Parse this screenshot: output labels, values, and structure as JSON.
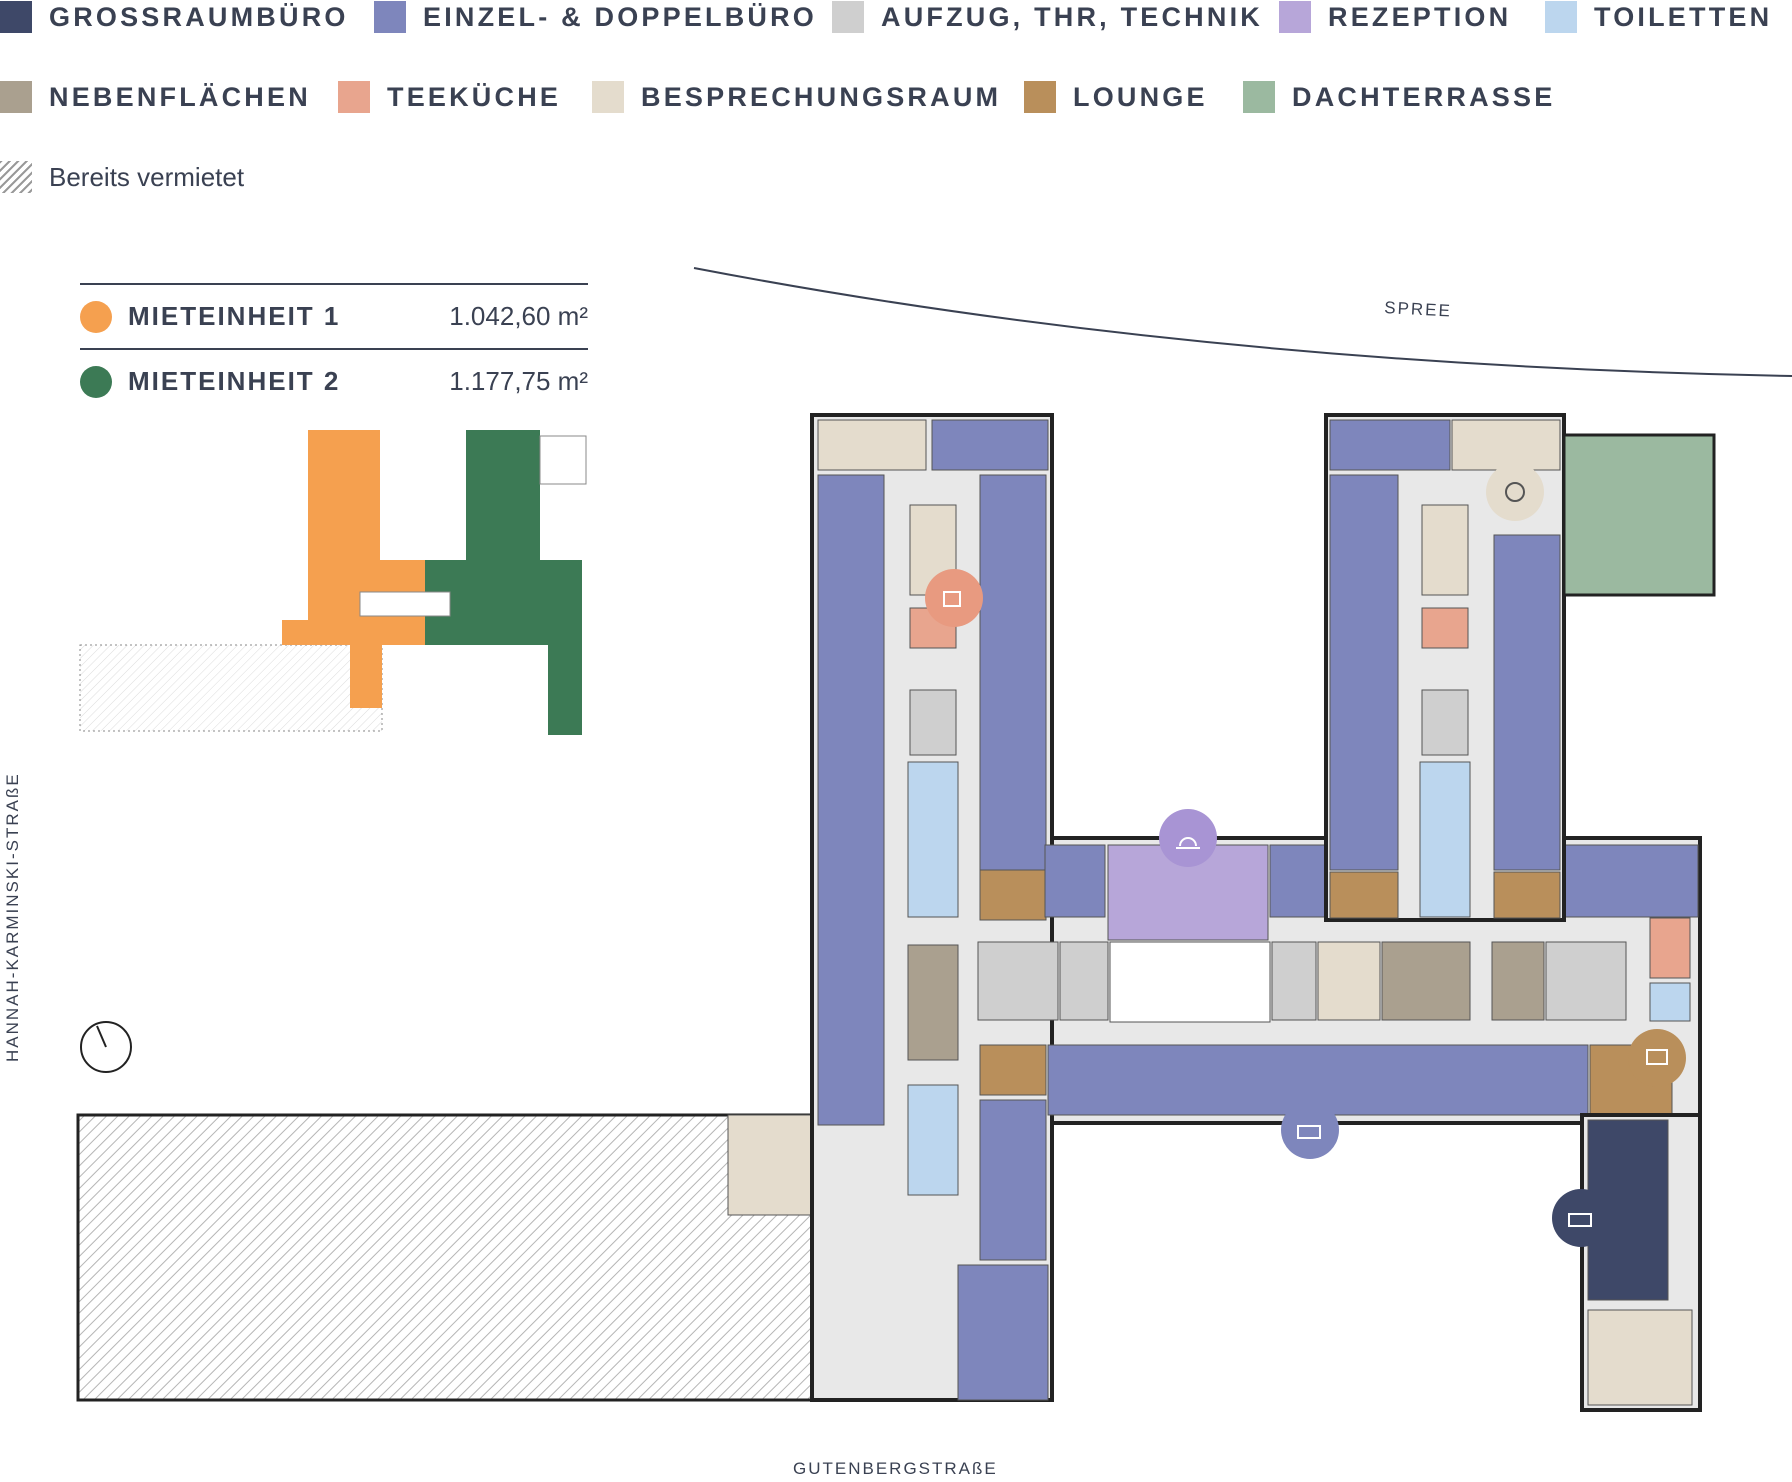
{
  "legend": {
    "row1": [
      {
        "label": "GROSSRAUMBÜRO",
        "color": "#3e4868"
      },
      {
        "label": "EINZEL- & DOPPELBÜRO",
        "color": "#7e86bc"
      },
      {
        "label": "AUFZUG, THR, TECHNIK",
        "color": "#cfcfcf"
      },
      {
        "label": "REZEPTION",
        "color": "#b7a6d9"
      },
      {
        "label": "TOILETTEN",
        "color": "#bcd6ee"
      }
    ],
    "row2": [
      {
        "label": "NEBENFLÄCHEN",
        "color": "#aaa08f"
      },
      {
        "label": "TEEKÜCHE",
        "color": "#e8a58e"
      },
      {
        "label": "BESPRECHUNGSRAUM",
        "color": "#e4dccd"
      },
      {
        "label": "LOUNGE",
        "color": "#b98f5b"
      },
      {
        "label": "DACHTERRASSE",
        "color": "#9bb9a0"
      }
    ],
    "rented": {
      "label": "Bereits vermietet",
      "icon": "hatch-pattern"
    }
  },
  "units": [
    {
      "name": "MIETEINHEIT 1",
      "area": "1.042,60 m²",
      "color": "#f5a04f"
    },
    {
      "name": "MIETEINHEIT 2",
      "area": "1.177,75 m²",
      "color": "#3c7a55"
    }
  ],
  "streets": {
    "north": "SPREE",
    "west": "HANNAH-KARMINSKI-STRAßE",
    "south": "GUTENBERGSTRAßE"
  },
  "icons": [
    "compass-icon",
    "coffee-icon",
    "reception-bell-icon",
    "chat-icon",
    "lounge-chair-icon",
    "single-office-icon",
    "open-office-icon"
  ]
}
